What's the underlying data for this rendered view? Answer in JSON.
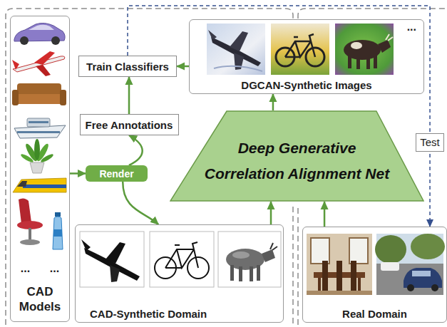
{
  "diagram": {
    "nodes": [
      {
        "text": [
          "...",
          "...",
          "CAD Models"
        ]
      },
      {
        "text": [
          "Train Classifiers"
        ]
      },
      {
        "text": [
          "...",
          "DGCAN-Synthetic Images"
        ]
      },
      {
        "text": [
          "Free Annotations"
        ]
      },
      {
        "text": [
          "Deep Generative Correlation Alignment Net"
        ]
      },
      {
        "text": [
          "Render"
        ]
      },
      {
        "text": [
          "CAD-Synthetic Domain"
        ]
      },
      {
        "text": [
          "Real Domain"
        ]
      }
    ],
    "edges": [
      {
        "from": 0,
        "to": 5,
        "arrow": "to"
      },
      {
        "from": 5,
        "to": 3,
        "arrow": "to"
      },
      {
        "from": 5,
        "to": 6,
        "arrow": "to"
      },
      {
        "from": 3,
        "to": 1,
        "arrow": "to"
      },
      {
        "from": 2,
        "to": 1,
        "arrow": "to"
      },
      {
        "from": 6,
        "to": 4,
        "arrow": "to"
      },
      {
        "from": 7,
        "to": 4,
        "arrow": "to"
      },
      {
        "from": 4,
        "to": 2,
        "arrow": "to"
      },
      {
        "from": 1,
        "to": 7,
        "label": "Test",
        "arrow": "to"
      }
    ]
  }
}
